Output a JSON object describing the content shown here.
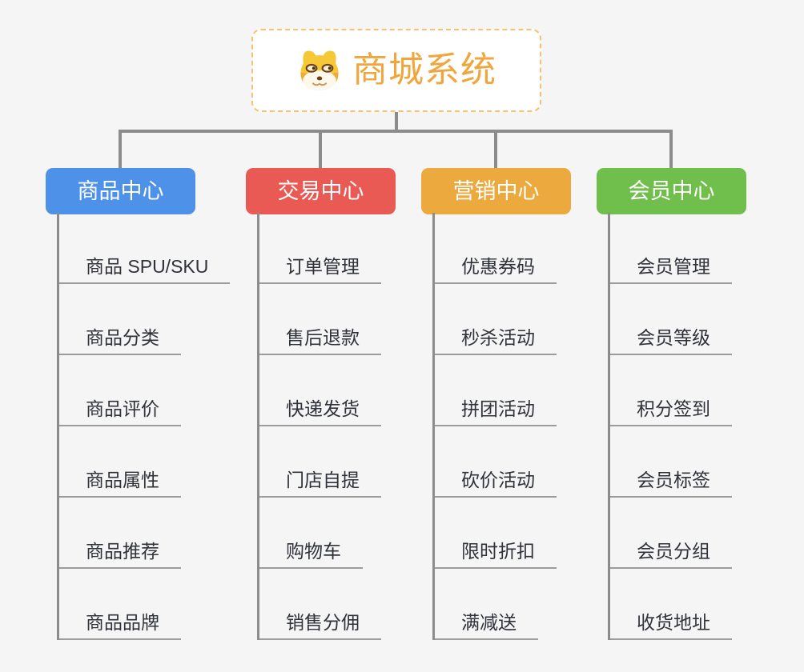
{
  "root": {
    "title": "商城系统",
    "icon": "dog-face-icon"
  },
  "branches": [
    {
      "label": "商品中心",
      "color": "#4D91E8",
      "children": [
        "商品 SPU/SKU",
        "商品分类",
        "商品评价",
        "商品属性",
        "商品推荐",
        "商品品牌"
      ]
    },
    {
      "label": "交易中心",
      "color": "#E95A54",
      "children": [
        "订单管理",
        "售后退款",
        "快递发货",
        "门店自提",
        "购物车",
        "销售分佣"
      ]
    },
    {
      "label": "营销中心",
      "color": "#EBA93E",
      "children": [
        "优惠券码",
        "秒杀活动",
        "拼团活动",
        "砍价活动",
        "限时折扣",
        "满减送"
      ]
    },
    {
      "label": "会员中心",
      "color": "#70BE4C",
      "children": [
        "会员管理",
        "会员等级",
        "积分签到",
        "会员标签",
        "会员分组",
        "收货地址"
      ]
    }
  ],
  "colors": {
    "background": "#F5F5F6",
    "connector": "#8C8C8C",
    "leaf_underline": "#9C9C9C",
    "leaf_text": "#2F3238",
    "root_text": "#F0A63C",
    "root_border": "#F5C172",
    "root_background": "#FFFFFF"
  }
}
